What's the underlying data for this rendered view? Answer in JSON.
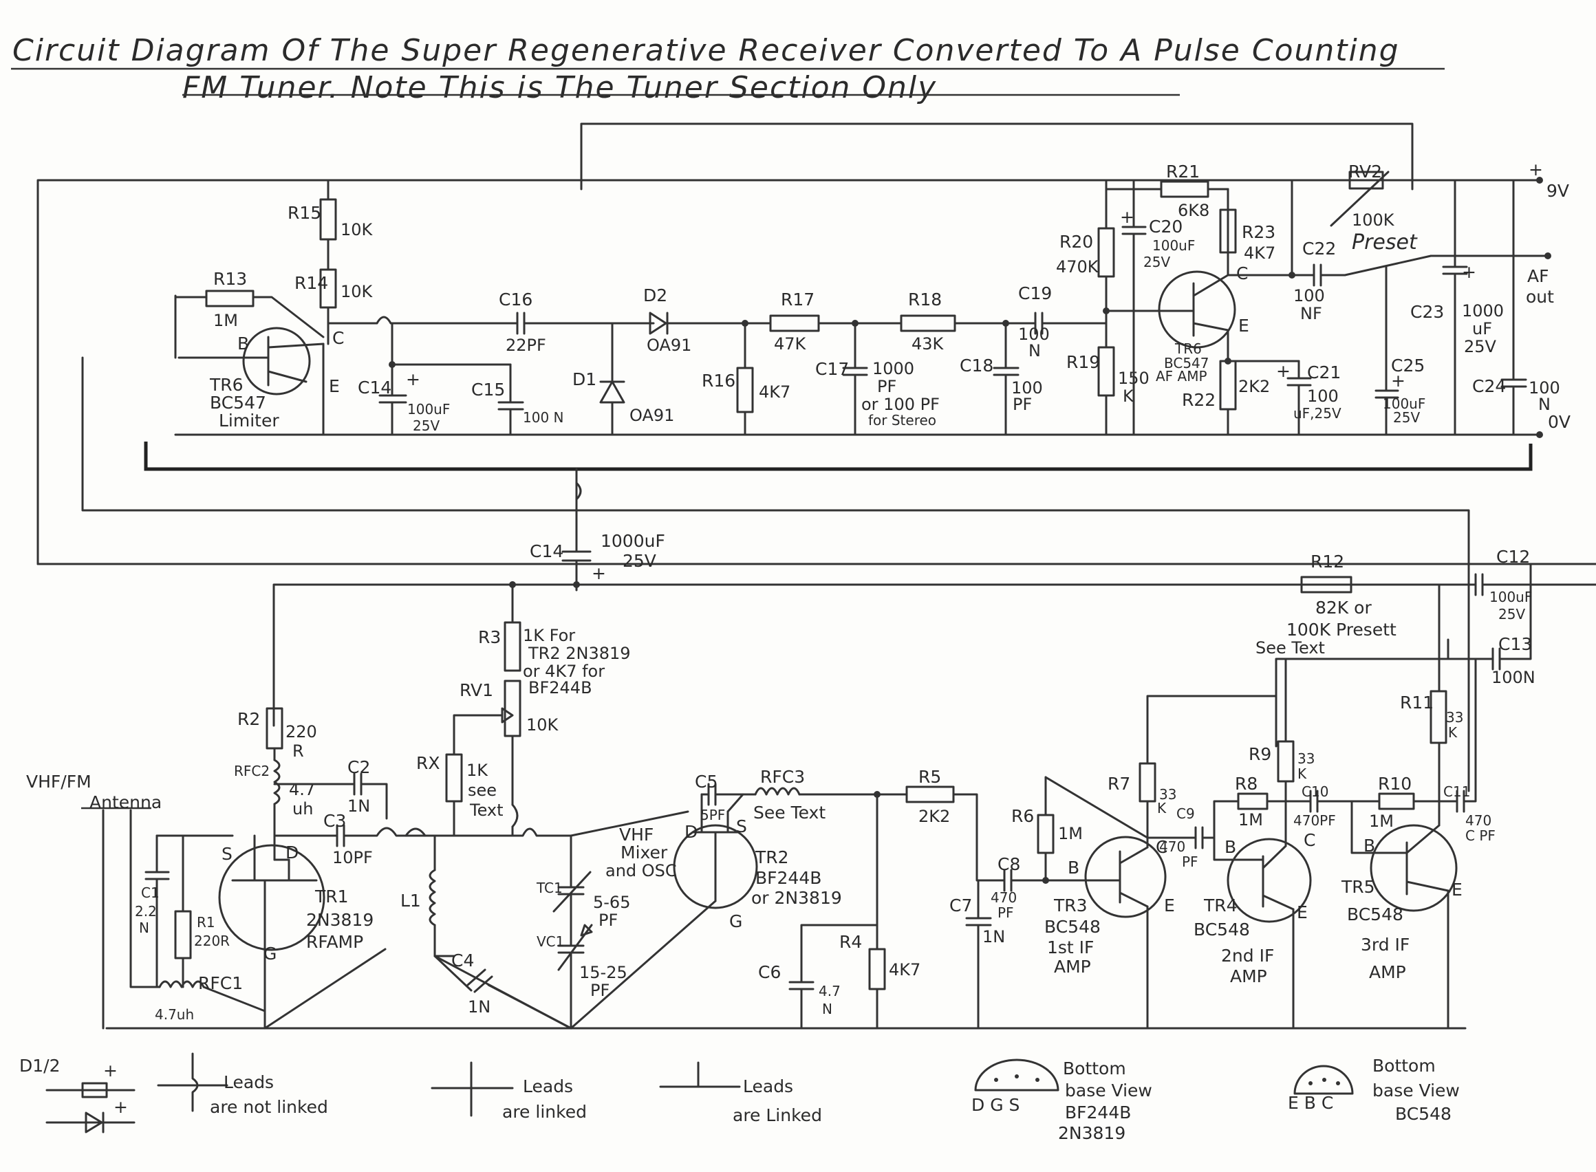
{
  "title": {
    "line1": "Circuit Diagram Of The Super Regenerative Receiver Converted To A Pulse Counting",
    "line2": "FM Tuner. Note This is The Tuner Section Only"
  },
  "power": {
    "plus": "+",
    "v9": "9V",
    "v0": "0V",
    "af_out_1": "AF",
    "af_out_2": "out"
  },
  "antenna": {
    "l1": "VHF/FM",
    "l2": "Antenna"
  },
  "parts": {
    "R1": {
      "ref": "R1",
      "val": "220R"
    },
    "R2": {
      "ref": "R2",
      "v1": "220",
      "v2": "R"
    },
    "R3": {
      "ref": "R3",
      "v1": "1K For",
      "v2": "TR2 2N3819",
      "v3": "or 4K7 for",
      "v4": "BF244B"
    },
    "R4": {
      "ref": "R4",
      "val": "4K7"
    },
    "R5": {
      "ref": "R5",
      "val": "2K2"
    },
    "R6": {
      "ref": "R6",
      "val": "1M"
    },
    "R7": {
      "ref": "R7",
      "v1": "33",
      "v2": "K"
    },
    "R8": {
      "ref": "R8",
      "val": "1M"
    },
    "R9": {
      "ref": "R9",
      "v1": "33",
      "v2": "K"
    },
    "R10": {
      "ref": "R10",
      "val": "1M"
    },
    "R11": {
      "ref": "R11",
      "v1": "33",
      "v2": "K"
    },
    "R12": {
      "ref": "R12",
      "v1": "82K or",
      "v2": "100K Presett",
      "v3": "See Text"
    },
    "R13": {
      "ref": "R13",
      "val": "1M"
    },
    "R14": {
      "ref": "R14",
      "val": "10K"
    },
    "R15": {
      "ref": "R15",
      "val": "10K"
    },
    "R16": {
      "ref": "R16",
      "val": "4K7"
    },
    "R17": {
      "ref": "R17",
      "val": "47K"
    },
    "R18": {
      "ref": "R18",
      "val": "43K"
    },
    "R19": {
      "ref": "R19",
      "v1": "150",
      "v2": "K"
    },
    "R20": {
      "ref": "R20",
      "val": "470K"
    },
    "R21": {
      "ref": "R21",
      "val": "6K8"
    },
    "R22": {
      "ref": "R22",
      "val": "2K2"
    },
    "R23": {
      "ref": "R23",
      "val": "4K7"
    },
    "RX": {
      "ref": "RX",
      "v1": "1K",
      "v2": "see",
      "v3": "Text"
    },
    "RV1": {
      "ref": "RV1",
      "val": "10K"
    },
    "RV2": {
      "ref": "RV2",
      "v1": "100K",
      "v2": "Preset"
    },
    "C1": {
      "ref": "C1",
      "v1": "2.2",
      "v2": "N"
    },
    "C2": {
      "ref": "C2",
      "val": "1N"
    },
    "C3": {
      "ref": "C3",
      "val": "10PF"
    },
    "C4": {
      "ref": "C4",
      "val": "1N"
    },
    "C5": {
      "ref": "C5",
      "val": "5PF"
    },
    "C6": {
      "ref": "C6",
      "v1": "4.7",
      "v2": "N"
    },
    "C7": {
      "ref": "C7",
      "val": "1N"
    },
    "C8": {
      "ref": "C8",
      "v1": "470",
      "v2": "PF"
    },
    "C9": {
      "ref": "C9",
      "v1": "470",
      "v2": "PF"
    },
    "C10": {
      "ref": "C10",
      "val": "470PF"
    },
    "C11": {
      "ref": "C11",
      "v1": "470",
      "v2": "C PF"
    },
    "C12": {
      "ref": "C12",
      "v1": "100uF",
      "v2": "25V"
    },
    "C13": {
      "ref": "C13",
      "val": "100N"
    },
    "C14a": {
      "ref": "C14",
      "v1": "100uF",
      "v2": "25V"
    },
    "C14b": {
      "ref": "C14",
      "v1": "1000uF",
      "v2": "25V"
    },
    "C15": {
      "ref": "C15",
      "val": "100 N"
    },
    "C16": {
      "ref": "C16",
      "val": "22PF"
    },
    "C17": {
      "ref": "C17",
      "v1": "1000",
      "v2": "PF",
      "v3": "or 100 PF",
      "v4": "for Stereo"
    },
    "C18": {
      "ref": "C18",
      "v1": "100",
      "v2": "PF"
    },
    "C19": {
      "ref": "C19",
      "v1": "100",
      "v2": "N"
    },
    "C20": {
      "ref": "C20",
      "v1": "100uF",
      "v2": "25V"
    },
    "C21": {
      "ref": "C21",
      "v1": "100",
      "v2": "uF,25V"
    },
    "C22": {
      "ref": "C22",
      "v1": "100",
      "v2": "NF"
    },
    "C23": {
      "ref": "C23",
      "v1": "1000",
      "v2": "uF",
      "v3": "25V"
    },
    "C24": {
      "ref": "C24",
      "v1": "100",
      "v2": "N"
    },
    "C25": {
      "ref": "C25",
      "v1": "100uF",
      "v2": "25V"
    },
    "TC1": {
      "ref": "TC1",
      "v1": "5-65",
      "v2": "PF"
    },
    "VC1": {
      "ref": "VC1",
      "v1": "15-25",
      "v2": "PF"
    },
    "L1": {
      "ref": "L1"
    },
    "RFC1": {
      "ref": "RFC1",
      "val": "4.7uh"
    },
    "RFC2": {
      "ref": "RFC2",
      "v1": "4.7",
      "v2": "uh"
    },
    "RFC3": {
      "ref": "RFC3",
      "val": "See Text"
    },
    "D1": {
      "ref": "D1",
      "val": "OA91"
    },
    "D2": {
      "ref": "D2",
      "val": "OA91"
    }
  },
  "transistors": {
    "TR1": {
      "l1": "TR1",
      "l2": "2N3819",
      "l3": "RFAMP",
      "s": "S",
      "d": "D",
      "g": "G"
    },
    "TR2": {
      "l1": "TR2",
      "l2": "BF244B",
      "l3": "or 2N3819",
      "fn1": "VHF",
      "fn2": "Mixer",
      "fn3": "and OSC",
      "s": "S",
      "d": "D",
      "g": "G"
    },
    "TR3": {
      "l1": "TR3",
      "l2": "BC548",
      "l3": "1st IF",
      "l4": "AMP",
      "b": "B",
      "c": "C",
      "e": "E"
    },
    "TR4": {
      "l1": "TR4",
      "l2": "BC548",
      "l3": "2nd IF",
      "l4": "AMP",
      "b": "B",
      "c": "C",
      "e": "E"
    },
    "TR5": {
      "l1": "TR5",
      "l2": "BC548",
      "l3": "3rd IF",
      "l4": "AMP",
      "b": "B",
      "c": "C",
      "e": "E"
    },
    "TR6a": {
      "l1": "TR6",
      "l2": "BC547",
      "l3": "Limiter",
      "b": "B",
      "c": "C",
      "e": "E"
    },
    "TR6b": {
      "l1": "TR6",
      "l2": "BC547",
      "l3": "AF AMP",
      "c": "C",
      "e": "E"
    }
  },
  "legend": {
    "d12": "D1/2",
    "plus": "+",
    "not_linked_1": "Leads",
    "not_linked_2": "are not linked",
    "linked_a_1": "Leads",
    "linked_a_2": "are linked",
    "linked_b_1": "Leads",
    "linked_b_2": "are Linked",
    "fet_1": "Bottom",
    "fet_2": "base View",
    "fet_3": "BF244B",
    "fet_4": "2N3819",
    "fet_pins": "D  G  S",
    "bjt_1": "Bottom",
    "bjt_2": "base View",
    "bjt_3": "BC548",
    "bjt_pins": "E  B C"
  }
}
